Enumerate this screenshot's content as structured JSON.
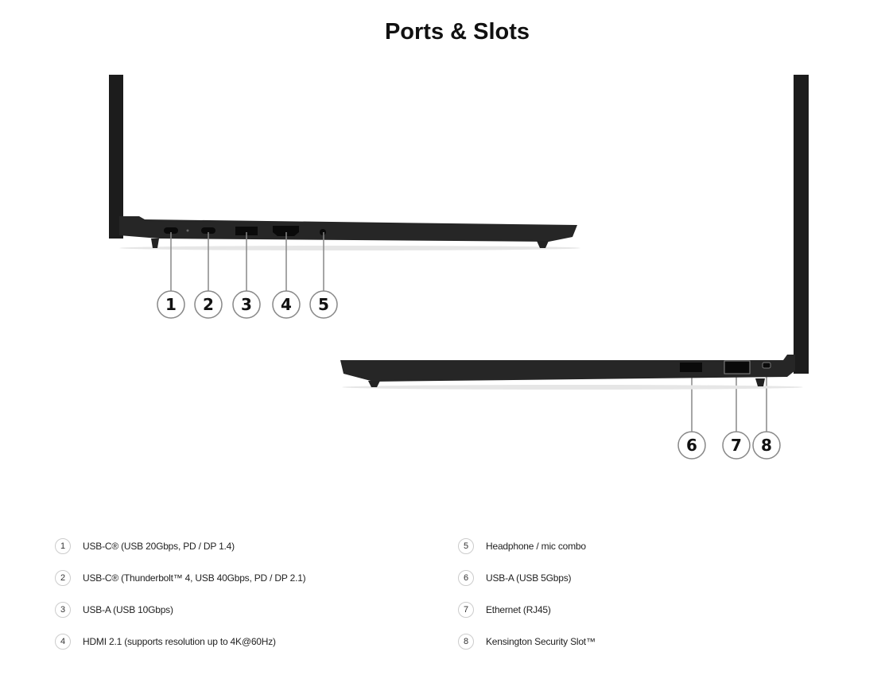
{
  "title": "Ports & Slots",
  "ports": [
    {
      "number": "1",
      "label": "USB-C® (USB 20Gbps, PD / DP 1.4)"
    },
    {
      "number": "2",
      "label": "USB-C® (Thunderbolt™ 4, USB 40Gbps, PD / DP 2.1)"
    },
    {
      "number": "3",
      "label": "USB-A (USB 10Gbps)"
    },
    {
      "number": "4",
      "label": "HDMI 2.1 (supports resolution up to 4K@60Hz)"
    },
    {
      "number": "5",
      "label": "Headphone / mic combo"
    },
    {
      "number": "6",
      "label": "USB-A (USB 5Gbps)"
    },
    {
      "number": "7",
      "label": "Ethernet (RJ45)"
    },
    {
      "number": "8",
      "label": "Kensington Security Slot™"
    }
  ]
}
